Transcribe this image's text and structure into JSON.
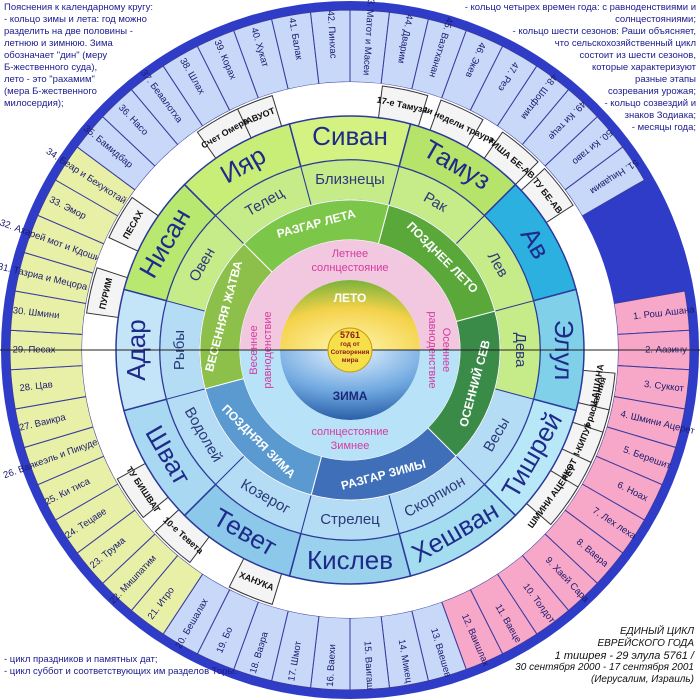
{
  "notes": {
    "top_left": [
      "Пояснения к календарному кругу:",
      "- кольцо зимы и лета: год можно",
      "разделить на две половины -",
      "летнюю и зимнюю. Зима",
      "обозначает \"дин\" (меру",
      "Б-жественного суда),",
      "лето - это \"рахамим\"",
      "(мера Б-жественного",
      "милосердия);"
    ],
    "top_right": [
      "- кольцо четырех времен года: с равноденствиями и",
      "солнцестояниями;",
      "- кольцо шести сезонов: Раши объясняет,",
      "что сельскохозяйственный цикл",
      "состоит из шести сезонов,",
      "которые характеризуют",
      "разные этапы",
      "созревания урожая;",
      "- кольцо созвездий и",
      "знаков Зодиака;",
      "- месяцы года;"
    ],
    "bottom_left": [
      "- цикл праздников и памятных дат;",
      "- цикл суббот и соответствующих им разделов Торы."
    ],
    "bottom_right": [
      "ЕДИНЫЙ ЦИКЛ",
      "ЕВРЕЙСКОГО ГОДА",
      "1 тишрея - 29 элула 5761 /",
      "30 сентября 2000 - 17 сентября 2001",
      "(Иерусалим, Израиль)"
    ]
  },
  "center": {
    "top": "ЛЕТО",
    "middle": [
      "5761",
      "год от",
      "Сотворения",
      "мира"
    ],
    "bottom": "ЗИМА"
  },
  "solstices": {
    "summer": [
      "Летнее",
      "солнцестояние"
    ],
    "winter": [
      "Зимнее",
      "солнцестояние"
    ],
    "spring": [
      "Весеннее",
      "равноденствие"
    ],
    "autumn": [
      "Осеннее",
      "равноденствие"
    ]
  },
  "seasons": [
    "РАЗГАР ЛЕТА",
    "ПОЗДНЕЕ ЛЕТО",
    "ОСЕННИЙ СЕВ",
    "РАЗГАР ЗИМЫ",
    "ПОЗДНЯЯ ЗИМА",
    "ВЕСЕННЯЯ ЖАТВА"
  ],
  "zodiac": [
    "Овен",
    "Телец",
    "Близнецы",
    "Рак",
    "Лев",
    "Дева",
    "Весы",
    "Скорпион",
    "Стрелец",
    "Козерог",
    "Водолей",
    "Рыбы"
  ],
  "months": [
    "Нисан",
    "Ияр",
    "Сиван",
    "Тамуз",
    "Ав",
    "Элул",
    "Тишрей",
    "Хешван",
    "Кислев",
    "Тевет",
    "Шват",
    "Адар"
  ],
  "holidays": [
    "ШАВУОТ",
    "Три недели траура",
    "ТИША БЕ-АВ",
    "ТУ БЕ-АВ",
    "РОШ АШАНА",
    "Десять дней раскаяния",
    "ИОМ-КИПУР",
    "СУККОТ",
    "ШМИНИ АЦЕРЕТ",
    "ХАНУКА",
    "10-е Тевета",
    "ТУ БИШВАТ",
    "ПУРИМ",
    "ПЕСАХ",
    "Счет Омера",
    "17-е Тамуза"
  ],
  "parashot": [
    "1. Рош Ашана",
    "2. Аазину",
    "3. Суккот",
    "4. Шмини Ацерет",
    "5. Берешит",
    "6. Ноах",
    "7. Лех леха",
    "8. Ваера",
    "9. Хаей Сара",
    "10. Толдот",
    "11. Ваеце",
    "12. Ваишлах",
    "13. Ваешев",
    "14. Микец",
    "15. Ваигаш",
    "16. Ваехи",
    "17. Шмот",
    "18. Ваэра",
    "19. Бо",
    "20. Бешалах",
    "21. Итро",
    "22. Мишпатим",
    "23. Трума",
    "24. Тецаве",
    "25. Ки тиса",
    "26. Ваякеэль и Пикудей",
    "27. Ваикра",
    "28. Цав",
    "29. Песах",
    "30. Шмини",
    "31. Тазриа и Мецора",
    "32. Ахарей мот и Кдошим",
    "33. Эмор",
    "34. Беар и Бехукотай",
    "35. Бамидбар",
    "36. Насо",
    "37. Беаалотха",
    "38. Шлах",
    "39. Корах",
    "40. Хукат",
    "41. Балак",
    "42. Пинхас",
    "43. Матот и Масеи",
    "44. Дварим",
    "45. Ваэтханан",
    "46. Экев",
    "47. Реэ",
    "48. Шофтим",
    "49. Ки теце",
    "50. Ки таво",
    "51. Ницавим"
  ],
  "colors": {
    "outer_ring": "#2f3cc7",
    "parasha_fills": [
      "#f7a8c8",
      "#ffffff",
      "#c8d8f8",
      "#e8f0a8"
    ],
    "month_fills": [
      "#8fd35a",
      "#a8e070",
      "#c4ec70",
      "#d8f07a",
      "#b4e0f8",
      "#9ecff2"
    ],
    "summer_ring": "#f2c8e0",
    "winter_ring": "#b8e2f8"
  }
}
